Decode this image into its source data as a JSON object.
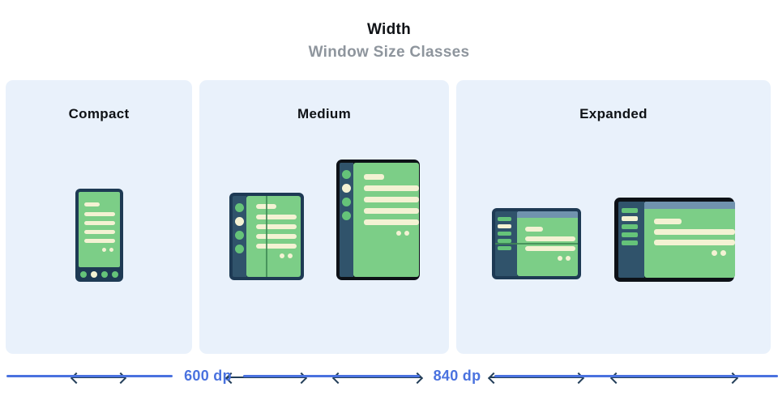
{
  "header": {
    "title": "Width",
    "subtitle": "Window Size Classes"
  },
  "panels": [
    {
      "label": "Compact",
      "devices": [
        "phone"
      ]
    },
    {
      "label": "Medium",
      "devices": [
        "open-foldable",
        "tablet-portrait"
      ]
    },
    {
      "label": "Expanded",
      "devices": [
        "landscape-foldable",
        "desktop"
      ]
    }
  ],
  "axis": {
    "breakpoint_1": "600 dp",
    "breakpoint_2": "840 dp"
  },
  "colors": {
    "panel_bg": "#E9F1FB",
    "title_black": "#0F1216",
    "subtitle_gray": "#8E959D",
    "frame_navy": "#1E3A54",
    "frame_black": "#0D1117",
    "rail_navy": "#30536B",
    "screen_green": "#7CCE87",
    "accent_green": "#65C379",
    "cream": "#F4F2D3",
    "topbar_blue": "#7093AE",
    "fold_green": "#3F8A55",
    "arrow_navy": "#233E59",
    "axis_blue": "#4A72DF"
  }
}
